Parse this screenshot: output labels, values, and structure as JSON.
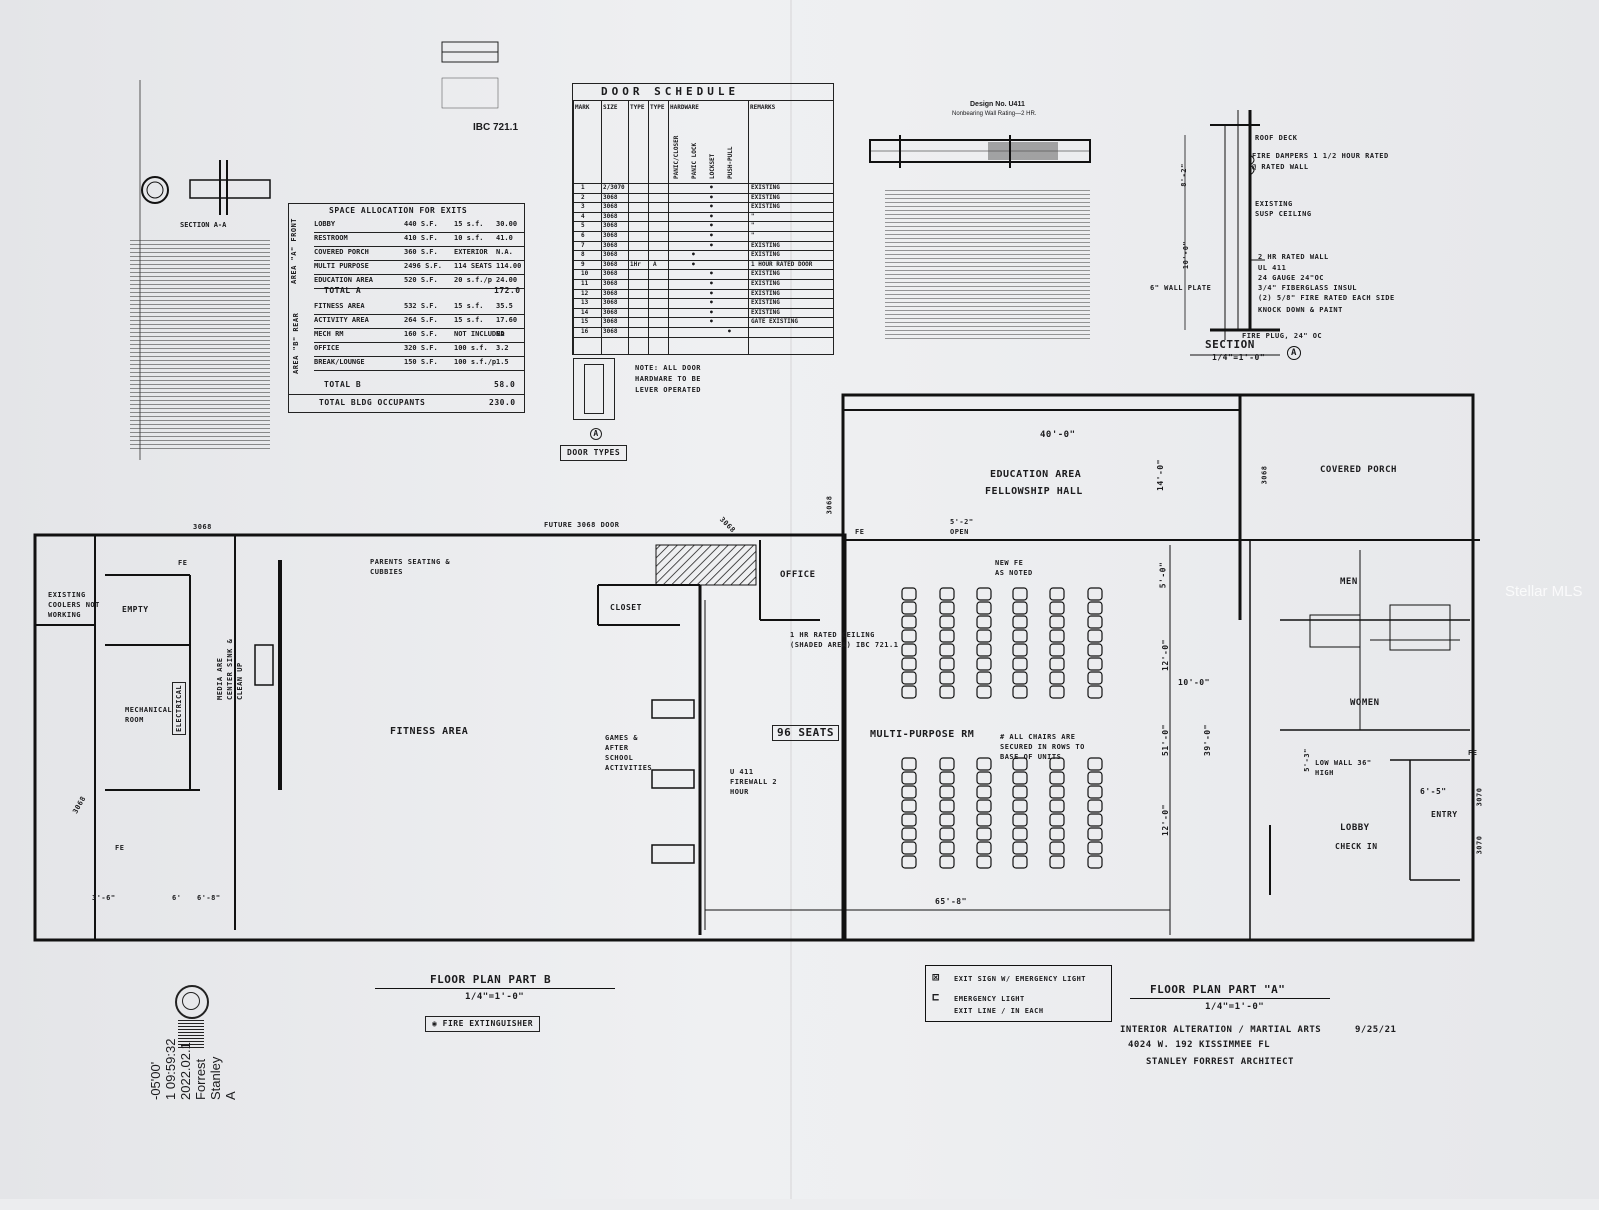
{
  "space_allocation": {
    "title": "SPACE ALLOCATION FOR EXITS",
    "area_a_label": "AREA \"A\" FRONT",
    "area_b_label": "AREA \"B\" REAR",
    "rows_a": [
      {
        "name": "LOBBY",
        "sf": "440 S.F.",
        "factor": "15 s.f.",
        "occ": "30.00"
      },
      {
        "name": "RESTROOM",
        "sf": "410 S.F.",
        "factor": "10 s.f.",
        "occ": "41.0"
      },
      {
        "name": "COVERED PORCH",
        "sf": "360 S.F.",
        "factor": "EXTERIOR",
        "occ": "N.A."
      },
      {
        "name": "MULTI PURPOSE",
        "sf": "2496 S.F.",
        "factor": "114 SEATS",
        "occ": "114.00"
      },
      {
        "name": "EDUCATION AREA",
        "sf": "520 S.F.",
        "factor": "20 s.f./p",
        "occ": "24.00"
      }
    ],
    "total_a_label": "TOTAL A",
    "total_a": "172.0",
    "rows_b": [
      {
        "name": "FITNESS AREA",
        "sf": "532 S.F.",
        "factor": "15 s.f.",
        "occ": "35.5"
      },
      {
        "name": "ACTIVITY AREA",
        "sf": "264 S.F.",
        "factor": "15 s.f.",
        "occ": "17.60"
      },
      {
        "name": "MECH RM",
        "sf": "160 S.F.",
        "factor": "NOT INCLUDED",
        "occ": "NA"
      },
      {
        "name": "OFFICE",
        "sf": "320 S.F.",
        "factor": "100 s.f.",
        "occ": "3.2"
      },
      {
        "name": "BREAK/LOUNGE",
        "sf": "150 S.F.",
        "factor": "100 s.f./p",
        "occ": "1.5"
      }
    ],
    "total_b_label": "TOTAL B",
    "total_b": "58.0",
    "total_bldg_label": "TOTAL BLDG OCCUPANTS",
    "total_bldg": "230.0"
  },
  "door_schedule": {
    "title": "DOOR SCHEDULE",
    "headers": [
      "MARK",
      "SIZE",
      "TYPE",
      "TYPE",
      "HARDWARE",
      "REMARKS"
    ],
    "hardware_cols": [
      "PANIC/CLOSER",
      "PANIC LOCK",
      "LOCKSET",
      "PUSH-PULL"
    ],
    "rows": [
      {
        "mark": "1",
        "size": "2/3070",
        "remark": "EXISTING"
      },
      {
        "mark": "2",
        "size": "3068",
        "remark": "EXISTING"
      },
      {
        "mark": "3",
        "size": "3068",
        "remark": "EXISTING"
      },
      {
        "mark": "4",
        "size": "3068",
        "remark": "\""
      },
      {
        "mark": "5",
        "size": "3068",
        "remark": "\""
      },
      {
        "mark": "6",
        "size": "3068",
        "remark": "\""
      },
      {
        "mark": "7",
        "size": "3068",
        "remark": "EXISTING"
      },
      {
        "mark": "8",
        "size": "3068",
        "remark": "EXISTING"
      },
      {
        "mark": "9",
        "size": "3068",
        "type": "1Hr",
        "type2": "A",
        "remark": "1 HOUR RATED DOOR"
      },
      {
        "mark": "10",
        "size": "3068",
        "remark": "EXISTING"
      },
      {
        "mark": "11",
        "size": "3068",
        "remark": "EXISTING"
      },
      {
        "mark": "12",
        "size": "3068",
        "remark": "EXISTING"
      },
      {
        "mark": "13",
        "size": "3068",
        "remark": "EXISTING"
      },
      {
        "mark": "14",
        "size": "3068",
        "remark": "EXISTING"
      },
      {
        "mark": "15",
        "size": "3068",
        "remark": "GATE EXISTING"
      },
      {
        "mark": "16",
        "size": "3068",
        "remark": ""
      }
    ],
    "note": "NOTE: ALL DOOR HARDWARE TO BE LEVER OPERATED",
    "door_types_label": "DOOR TYPES",
    "door_type_mark": "A"
  },
  "fire_assembly": {
    "ibc_label": "IBC 721.1",
    "section_label": "SECTION A-A"
  },
  "wall_design": {
    "title": "Design No. U411",
    "subtitle": "Nonbearing Wall Rating—2 HR."
  },
  "section_a": {
    "label": "SECTION",
    "scale": "1/4\"=1'-0\"",
    "mark": "A",
    "notes": [
      "ROOF DECK",
      "FIRE DAMPERS 1 1/2 HOUR RATED",
      "@ RATED WALL",
      "EXISTING SUSP CEILING",
      "2 HR RATED WALL",
      "UL 411",
      "24 GAUGE 24\"OC",
      "3/4\" FIBERGLASS INSUL",
      "(2) 5/8\" FIRE RATED EACH SIDE",
      "KNOCK DOWN & PAINT",
      "6\" WALL PLATE",
      "FIRE PLUG, 24\" OC"
    ],
    "dims": [
      "8'-2\"",
      "10'-0\""
    ]
  },
  "plan": {
    "rooms": {
      "education": "EDUCATION AREA",
      "fellowship": "FELLOWSHIP HALL",
      "covered_porch": "COVERED PORCH",
      "office": "OFFICE",
      "closet": "CLOSET",
      "future_door": "FUTURE 3068 DOOR",
      "parents_seating": "PARENTS SEATING & CUBBIES",
      "new_fe": "NEW FE AS NOTED",
      "multipurpose": "MULTI-PURPOSE RM",
      "seats": "96 SEATS",
      "chair_note": "# ALL CHAIRS ARE SECURED IN ROWS TO BASE OF UNITS",
      "men": "MEN",
      "women": "WOMEN",
      "lobby": "LOBBY",
      "checkin": "CHECK IN",
      "entry": "ENTRY",
      "low_wall": "LOW WALL 36\" HIGH",
      "fitness": "FITNESS AREA",
      "games": "GAMES & AFTER SCHOOL ACTIVITIES",
      "firewall": "U 411 FIREWALL 2 HOUR",
      "rated_ceiling": "1 HR RATED CEILING (SHADED AREA) IBC 721.1",
      "media": "MEDIA ARE CENTER SINK & CLEAN UP",
      "existing_coolers": "EXISTING COOLERS NOT WORKING",
      "empty": "EMPTY",
      "mechanical": "MECHANICAL ROOM",
      "electrical": "ELECTRICAL"
    },
    "dims": {
      "forty": "40'-0\"",
      "fourteen": "14'-0\"",
      "five_two": "5'-2\" OPEN",
      "five": "5'-0\"",
      "twelve": "12'-0\"",
      "fifty_one": "51'-0\"",
      "thirtynine": "39'-0\"",
      "ten": "10'-0\"",
      "twelve_b": "12'-0\"",
      "sixtyfive": "65'-8\"",
      "six_five": "6'-5\"",
      "five_three": "5'-3\"",
      "three_six": "3'-6\"",
      "six": "6'",
      "six_b": "6'-8\""
    },
    "door_tags": [
      "3068",
      "3068",
      "3068",
      "3070",
      "3070",
      "3068",
      "3068"
    ],
    "fe_label": "FE"
  },
  "titles": {
    "part_b": "FLOOR PLAN PART B",
    "part_b_scale": "1/4\"=1'-0\"",
    "part_a": "FLOOR PLAN PART \"A\"",
    "part_a_scale": "1/4\"=1'-0\"",
    "fire_ext": "FIRE EXTINGUISHER",
    "legend_exit": "EXIT SIGN W/ EMERGENCY LIGHT",
    "legend_emerg": "EMERGENCY LIGHT",
    "legend_exitline": "EXIT LINE / IN EACH",
    "project": "INTERIOR ALTERATION / MARTIAL ARTS",
    "address": "4024 W. 192 KISSIMMEE FL",
    "date": "9/25/21",
    "architect": "STANLEY FORREST ARCHITECT"
  },
  "stamp": {
    "lines": [
      "Stanley A",
      "Forrest",
      "2022.02.1",
      "1 09:59:32",
      "-05'00'"
    ]
  },
  "watermark": "Stellar MLS"
}
